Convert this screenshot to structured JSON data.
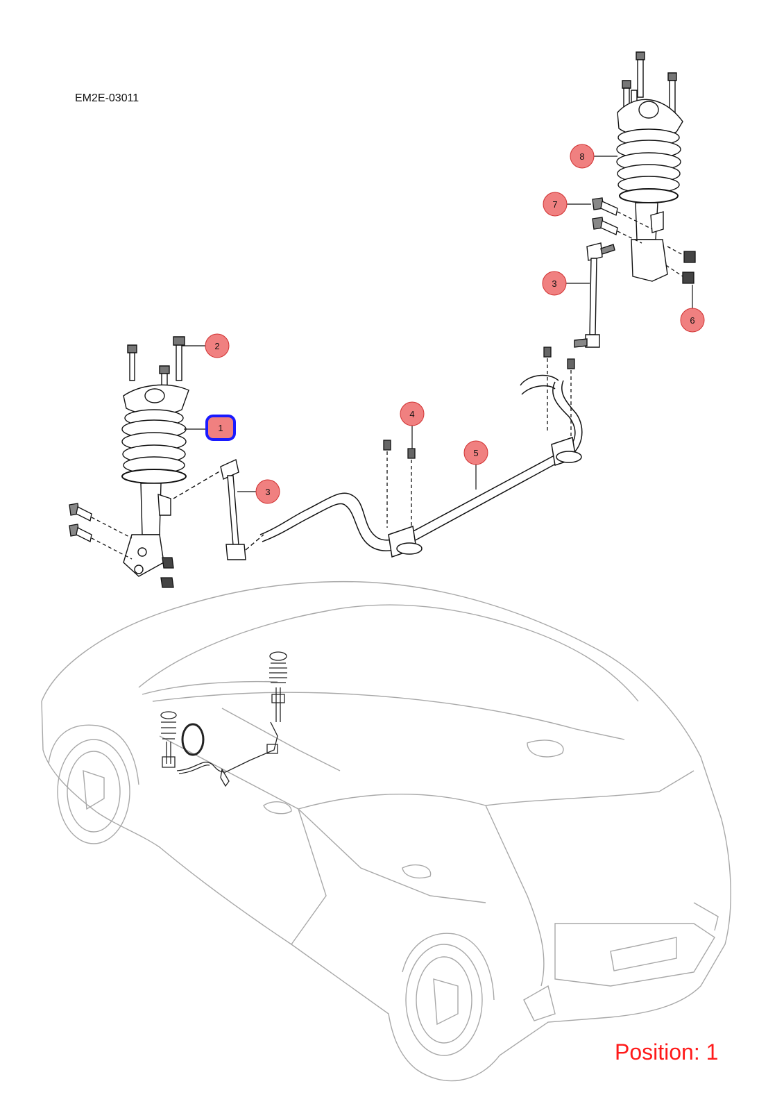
{
  "header": {
    "doc_code": "EM2E-03011"
  },
  "footer": {
    "position_text": "Position: 1"
  },
  "callouts": [
    {
      "id": "1",
      "label": "1",
      "selected": true
    },
    {
      "id": "2",
      "label": "2"
    },
    {
      "id": "3a",
      "label": "3"
    },
    {
      "id": "4",
      "label": "4"
    },
    {
      "id": "5",
      "label": "5"
    },
    {
      "id": "3b",
      "label": "3"
    },
    {
      "id": "6",
      "label": "6"
    },
    {
      "id": "7",
      "label": "7"
    },
    {
      "id": "8",
      "label": "8"
    }
  ],
  "colors": {
    "callout_fill": "#f08080",
    "callout_stroke": "#d03030",
    "selected_stroke": "#1a1aff",
    "selected_fill": "#f08080",
    "position_text": "#ff1a1a",
    "line_art": "#111111",
    "car_outline": "#a8a8a8"
  }
}
